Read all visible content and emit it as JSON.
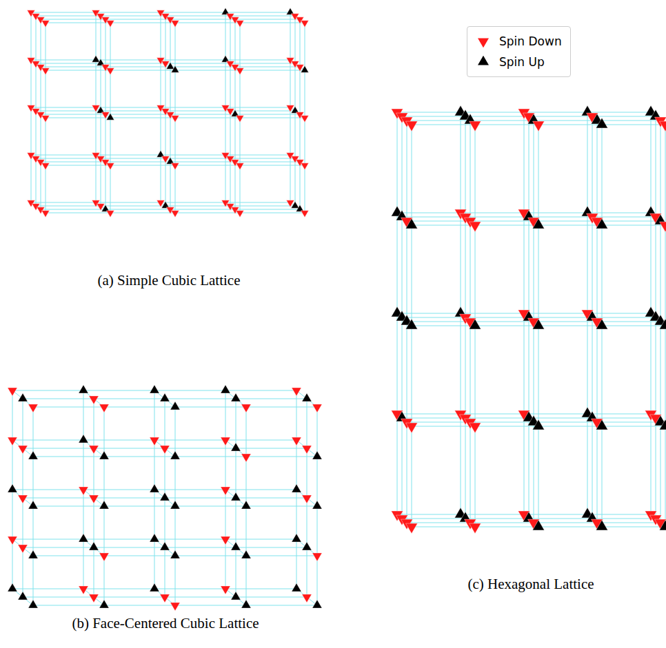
{
  "diagram": {
    "labels": [
      "(a) Simple Cubic Lattice",
      "(b) Face-Centered Cubic Lattice",
      "(c) Hexagonal Lattice"
    ],
    "legend": [
      {
        "text": "Spin Down"
      },
      {
        "text": "Spin Up"
      }
    ]
  }
}
